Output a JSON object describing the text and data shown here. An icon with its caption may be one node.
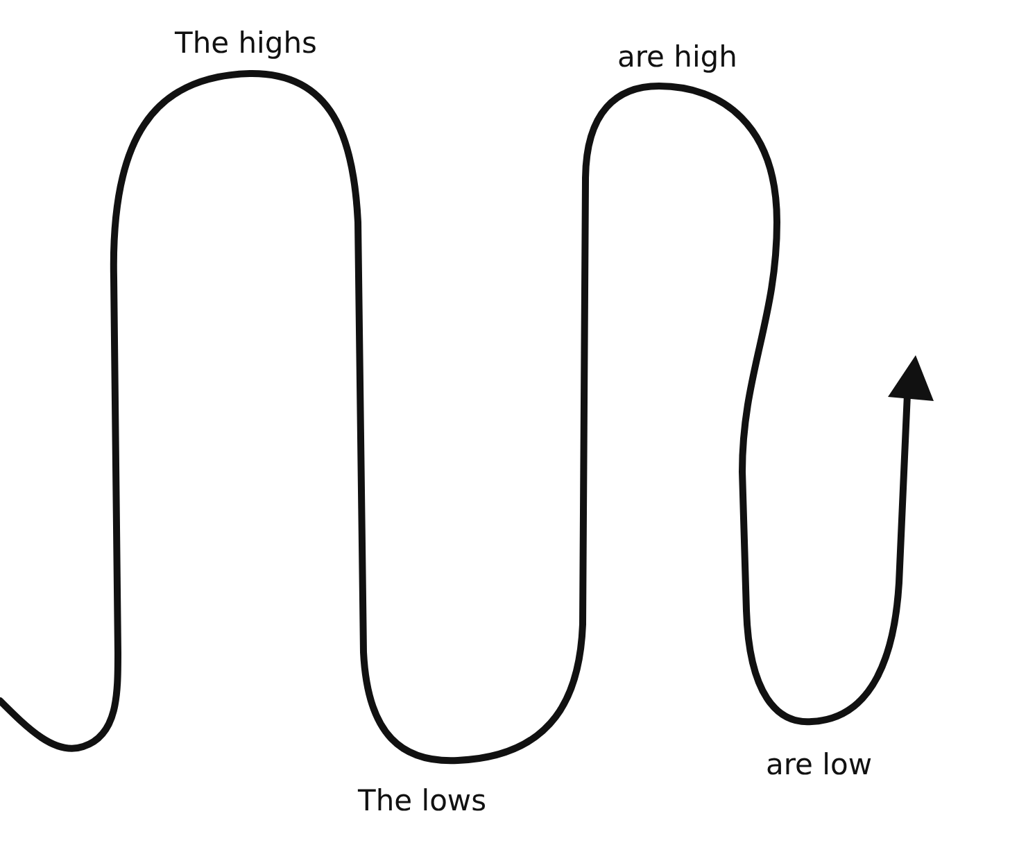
{
  "diagram": {
    "labels": [
      "The highs",
      "are high",
      "The lows",
      "are low"
    ]
  }
}
